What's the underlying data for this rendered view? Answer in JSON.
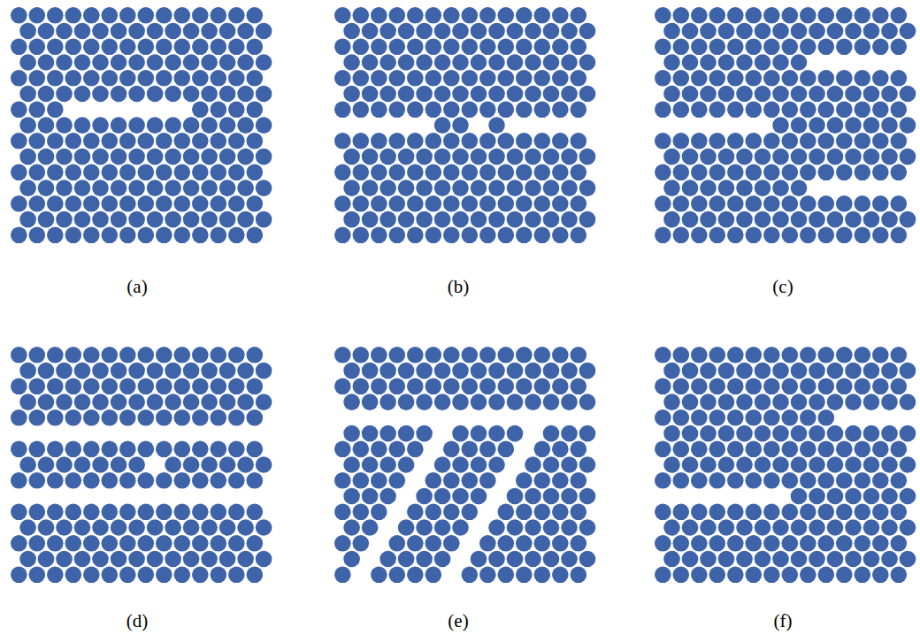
{
  "diagram": {
    "labels": [
      "(a)",
      "(b)",
      "(c)",
      "(d)",
      "(e)",
      "(f)"
    ]
  }
}
